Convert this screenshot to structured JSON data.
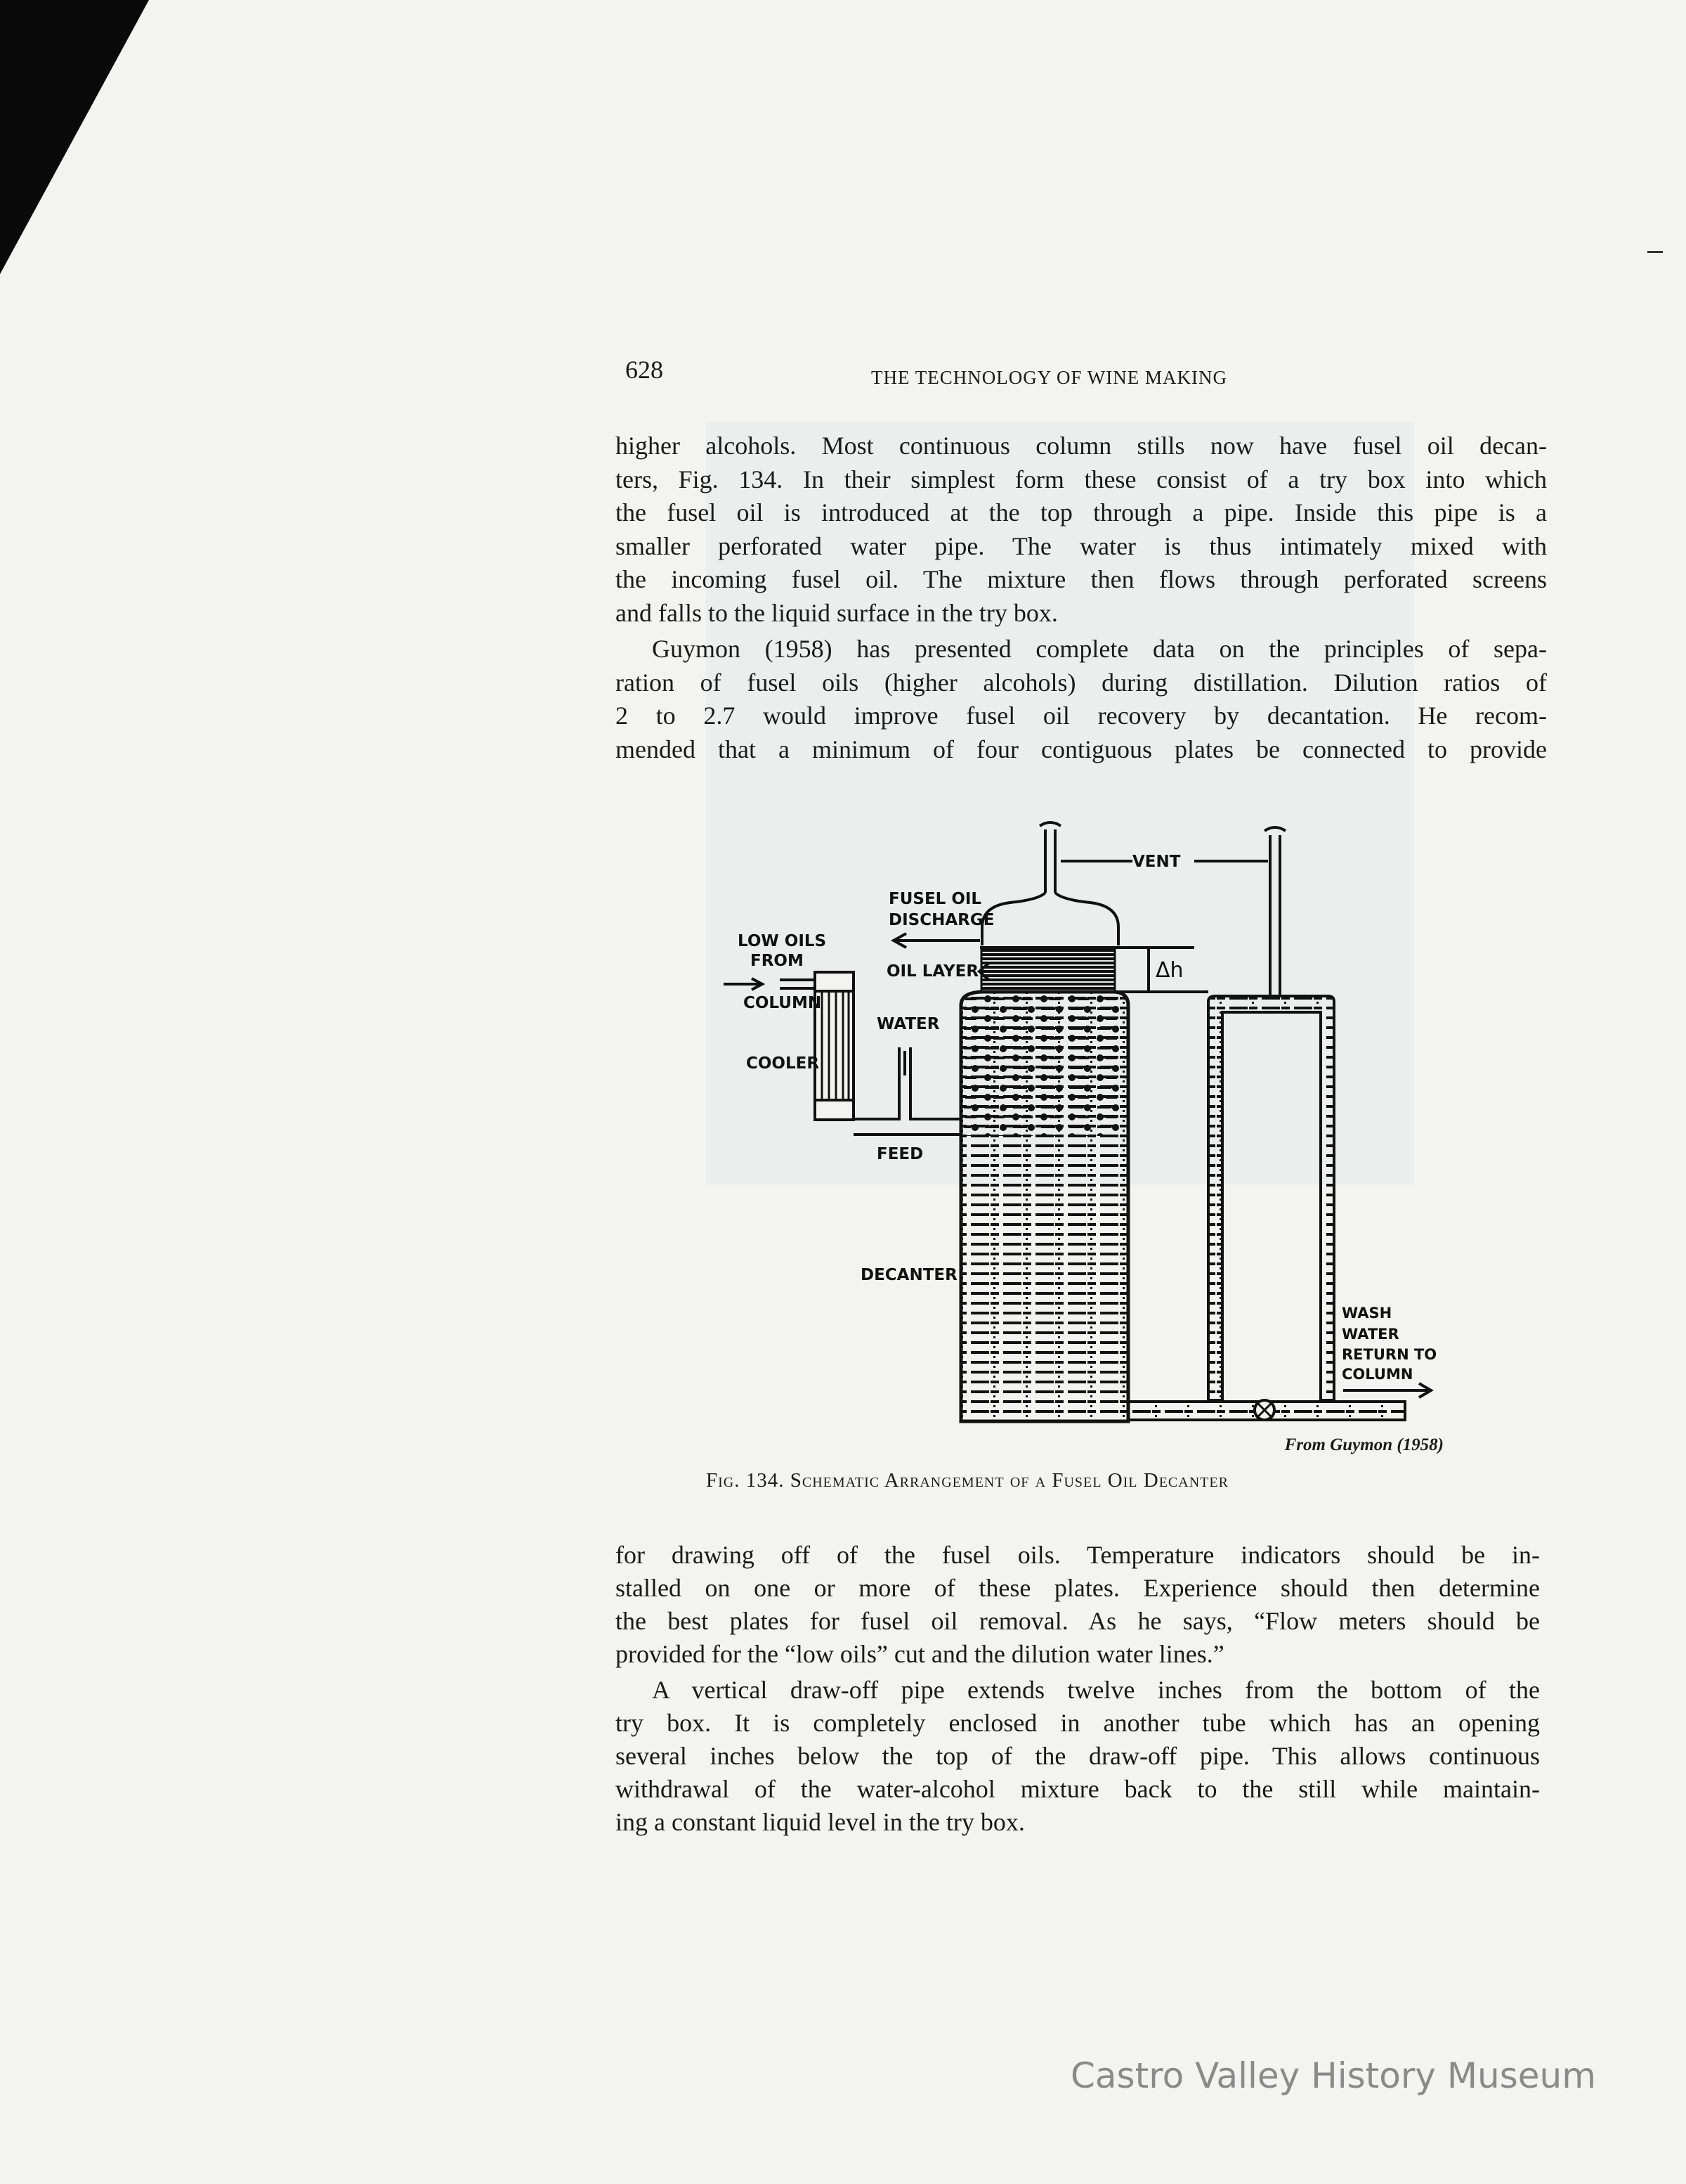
{
  "header": {
    "page_number": "628",
    "running_title": "THE TECHNOLOGY OF WINE MAKING"
  },
  "body_top": [
    {
      "lines": [
        "higher alcohols.  Most continuous column stills now have fusel oil decan-",
        "ters, Fig. 134.  In their simplest form these consist of a try box into which",
        "the fusel oil is introduced at the top through a pipe.  Inside this pipe is a",
        "smaller perforated water pipe.  The water is thus intimately mixed with",
        "the incoming fusel oil.  The mixture then flows through perforated screens",
        "and falls to the liquid surface in the try box."
      ]
    },
    {
      "lines": [
        "Guymon (1958) has presented complete data on the principles of sepa-",
        "ration of fusel oils (higher alcohols) during distillation.  Dilution ratios of",
        "2 to 2.7 would improve fusel oil recovery by decantation.  He recom-",
        "mended that a minimum of four contiguous plates be connected to provide"
      ],
      "continues": true
    }
  ],
  "figure": {
    "labels": {
      "vent": "VENT",
      "fusel_oil": "FUSEL OIL",
      "discharge": "DISCHARGE",
      "low_oils": "LOW OILS",
      "from": "FROM",
      "column": "COLUMN",
      "oil_layer": "OIL LAYER",
      "delta_h": "Δh",
      "water": "WATER",
      "cooler": "COOLER",
      "feed": "FEED",
      "decanter": "DECANTER",
      "wash": "WASH",
      "wash_water": "WATER",
      "return_to": "RETURN TO",
      "return_column": "COLUMN"
    },
    "credit": "From Guymon (1958)",
    "caption": "Fig. 134.  Schematic Arrangement of a Fusel Oil Decanter"
  },
  "body_bottom": [
    {
      "lines": [
        "for drawing off of the fusel oils.  Temperature indicators should be in-",
        "stalled on one or more of these plates.  Experience should then determine",
        "the best plates for fusel oil removal.  As he says, “Flow meters should be",
        "provided for the “low oils” cut and the dilution water lines.”"
      ]
    },
    {
      "lines": [
        "A vertical draw-off pipe extends twelve inches from the bottom of the",
        "try box.  It is completely enclosed in another tube which has an opening",
        "several inches below the top of the draw-off pipe.  This allows continuous",
        "withdrawal of the water-alcohol mixture back to the still while maintain-",
        "ing a constant liquid level in the try box."
      ]
    }
  ],
  "watermark": "Castro Valley History Museum"
}
